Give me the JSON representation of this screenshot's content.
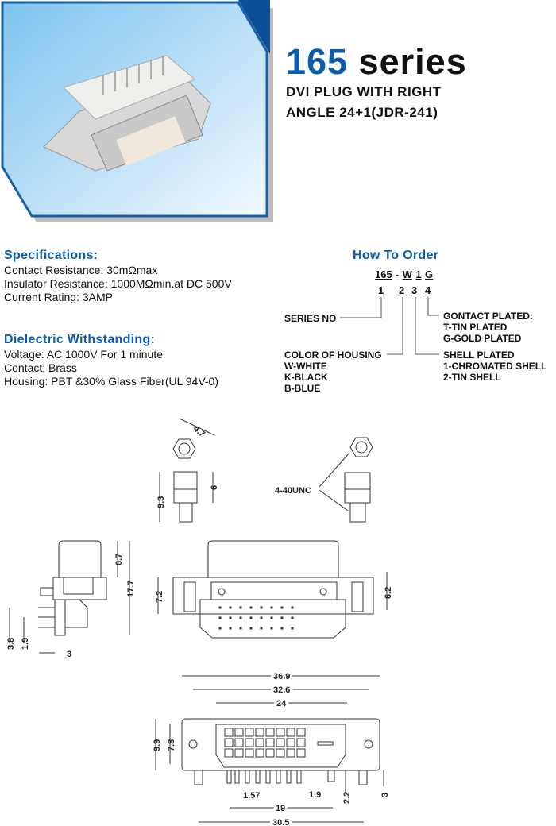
{
  "header": {
    "series_number": "165",
    "series_word": "series",
    "subtitle_line1": "DVI PLUG WITH RIGHT",
    "subtitle_line2": "ANGLE 24+1(JDR-241)"
  },
  "colors": {
    "brand_blue": "#0b5cab",
    "photo_border": "#1a5fa8"
  },
  "specifications": {
    "heading": "Specifications:",
    "lines": [
      "Contact Resistance: 30mΩmax",
      "Insulator Resistance: 1000MΩmin.at DC 500V",
      "Current Rating: 3AMP"
    ]
  },
  "dielectric": {
    "heading": "Dielectric Withstanding:",
    "lines": [
      "Voltage: AC 1000V For 1 minute",
      "Contact: Brass",
      "Housing: PBT &30% Glass Fiber(UL 94V-0)"
    ]
  },
  "order": {
    "heading": "How To Order",
    "code": [
      "165",
      "-",
      "W",
      "1",
      "G"
    ],
    "positions": [
      "1",
      "2",
      "3",
      "4"
    ],
    "series_no": "SERIES NO",
    "contact": [
      "GONTACT PLATED:",
      "T-TIN PLATED",
      "G-GOLD PLATED"
    ],
    "housing": [
      "COLOR OF HOUSING",
      "W-WHITE",
      "K-BLACK",
      "B-BLUE"
    ],
    "shell": [
      "SHELL PLATED",
      "1-CHROMATED SHELL",
      "2-TIN SHELL"
    ]
  },
  "dimensions": {
    "hex_width": "4.7",
    "spacer_total": "9.3",
    "spacer_body": "6",
    "thread": "4-40UNC",
    "side_top": "6.7",
    "side_total": "17.7",
    "side_pin1": "3.8",
    "side_pin2": "1.9",
    "side_pitch": "3",
    "front_left": "7.2",
    "front_right": "6.2",
    "bottom_overall": "36.9",
    "bottom_holes": "32.6",
    "bottom_d": "24",
    "bottom_h": "9.9",
    "bottom_d_h": "7.8",
    "pin_offset": "1.57",
    "pin_pitch": "1.9",
    "pin_span": "19",
    "post_span": "30.5",
    "pin_len": "2.2",
    "post_len": "3"
  }
}
